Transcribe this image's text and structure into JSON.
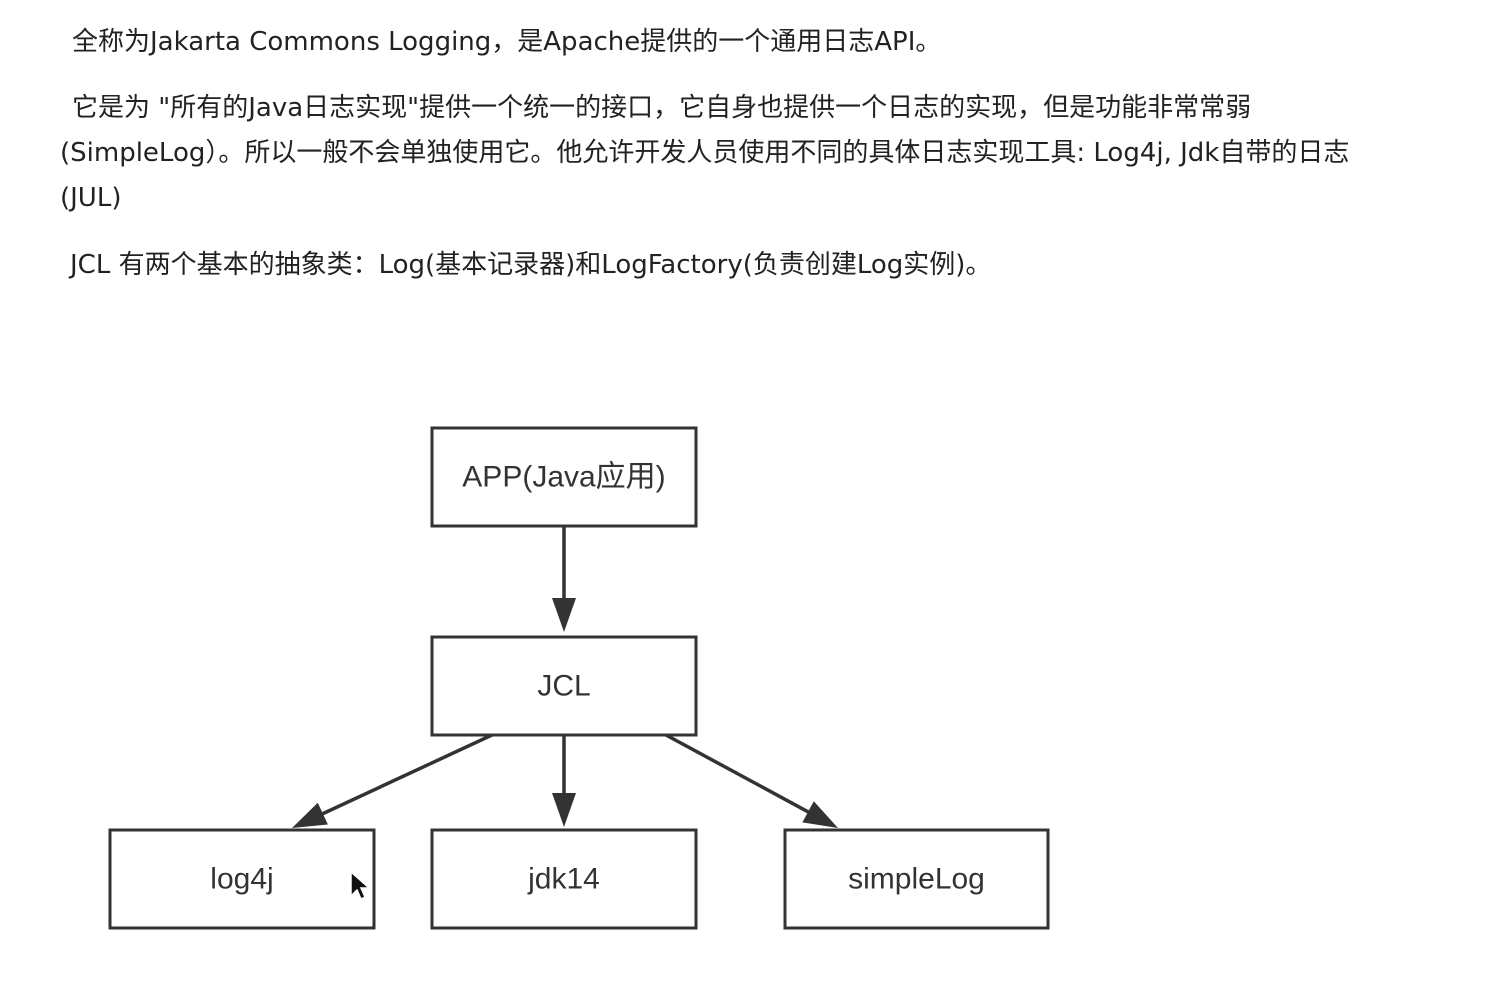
{
  "text": {
    "line1": "全称为Jakarta Commons Logging，是Apache提供的一个通用日志API。",
    "line2": "它是为 \"所有的Java日志实现\"提供一个统一的接口，它自身也提供一个日志的实现，但是功能非常常弱",
    "line3": "(SimpleLog）。所以一般不会单独使用它。他允许开发人员使用不同的具体日志实现工具: Log4j, Jdk自带的日志",
    "line4": "(JUL)",
    "line5": "JCL 有两个基本的抽象类：Log(基本记录器)和LogFactory(负责创建Log实例)。"
  },
  "diagram": {
    "nodes": [
      {
        "id": "app",
        "label": "APP(Java应用)"
      },
      {
        "id": "jcl",
        "label": "JCL"
      },
      {
        "id": "log4j",
        "label": "log4j"
      },
      {
        "id": "jdk14",
        "label": "jdk14"
      },
      {
        "id": "simplelog",
        "label": "simpleLog"
      }
    ],
    "edges": [
      {
        "from": "app",
        "to": "jcl"
      },
      {
        "from": "jcl",
        "to": "log4j"
      },
      {
        "from": "jcl",
        "to": "jdk14"
      },
      {
        "from": "jcl",
        "to": "simplelog"
      }
    ],
    "colors": {
      "stroke": "#333333",
      "fill": "#ffffff",
      "text": "#333333"
    }
  },
  "cursor": {
    "icon": "mouse-pointer-icon"
  }
}
